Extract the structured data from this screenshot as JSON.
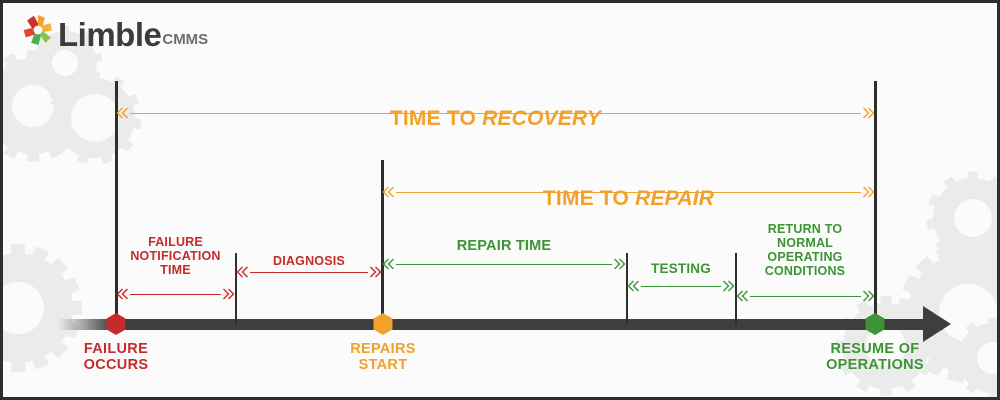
{
  "brand": {
    "name": "Limble",
    "suffix": "CMMS",
    "mark_icon": "limble-gear-logo-icon",
    "mark_colors": [
      "#d32f2f",
      "#e8412f",
      "#f2a12a",
      "#f5b335",
      "#4caf50",
      "#8bc34a"
    ]
  },
  "colors": {
    "orange": "#f2a12a",
    "red": "#c62a2a",
    "green": "#3c9434",
    "axis": "#2e2e2e",
    "background": "#fbfbfb",
    "watermark": "#ebebeb"
  },
  "diagram": {
    "type": "timeline",
    "title": "Maintenance failure-to-recovery timeline",
    "top_spans": [
      {
        "id": "time-to-recovery",
        "label_prefix": "TIME TO ",
        "label_emphasis": "RECOVERY",
        "color": "#f2a12a",
        "from_milestone": "Failure Occurs",
        "to_milestone": "Resume of Operations"
      },
      {
        "id": "time-to-repair",
        "label_prefix": "TIME TO ",
        "label_emphasis": "REPAIR",
        "color": "#f2a12a",
        "from_milestone": "Repairs Start",
        "to_milestone": "Resume of Operations"
      }
    ],
    "phases": [
      {
        "id": "failure-notification-time",
        "label": "FAILURE\nNOTIFICATION\nTIME",
        "color": "#c62a2a"
      },
      {
        "id": "diagnosis",
        "label": "DIAGNOSIS",
        "color": "#c62a2a"
      },
      {
        "id": "repair-time",
        "label": "REPAIR TIME",
        "color": "#3c9434"
      },
      {
        "id": "testing",
        "label": "TESTING",
        "color": "#3c9434"
      },
      {
        "id": "return-to-normal",
        "label": "RETURN TO\nNORMAL\nOPERATING\nCONDITIONS",
        "color": "#3c9434"
      }
    ],
    "milestones": [
      {
        "id": "failure-occurs",
        "label": "FAILURE\nOCCURS",
        "color": "#c62a2a",
        "marker": "hexagon-marker"
      },
      {
        "id": "repairs-start",
        "label": "REPAIRS\nSTART",
        "color": "#f2a12a",
        "marker": "hexagon-marker"
      },
      {
        "id": "resume-of-operations",
        "label": "RESUME OF\nOPERATIONS",
        "color": "#3c9434",
        "marker": "hexagon-marker"
      }
    ]
  }
}
